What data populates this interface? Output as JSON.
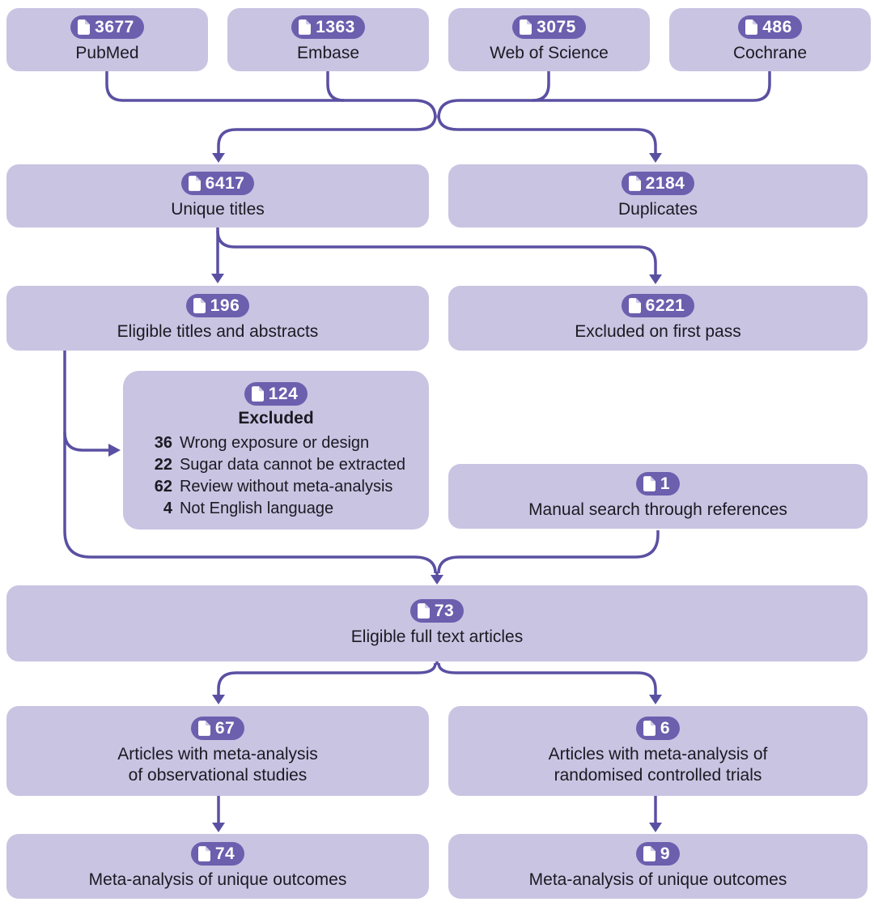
{
  "palette": {
    "box_fill": "#c9c4e2",
    "badge_fill": "#6b5fae",
    "line": "#5a50a2",
    "text": "#1b1a22",
    "badge_text": "#ffffff"
  },
  "icons": {
    "badge_icon": "document-icon"
  },
  "boxes": {
    "pubmed": {
      "count": "3677",
      "label": "PubMed"
    },
    "embase": {
      "count": "1363",
      "label": "Embase"
    },
    "web_of_science": {
      "count": "3075",
      "label": "Web of Science"
    },
    "cochrane": {
      "count": "486",
      "label": "Cochrane"
    },
    "unique_titles": {
      "count": "6417",
      "label": "Unique titles"
    },
    "duplicates": {
      "count": "2184",
      "label": "Duplicates"
    },
    "eligible_titles": {
      "count": "196",
      "label": "Eligible titles and abstracts"
    },
    "excluded_first_pass": {
      "count": "6221",
      "label": "Excluded on first pass"
    },
    "excluded": {
      "count": "124",
      "title": "Excluded",
      "reasons": [
        {
          "n": "36",
          "text": "Wrong exposure or design"
        },
        {
          "n": "22",
          "text": "Sugar data cannot be extracted"
        },
        {
          "n": "62",
          "text": "Review without meta-analysis"
        },
        {
          "n": "4",
          "text": "Not English language"
        }
      ]
    },
    "manual_search": {
      "count": "1",
      "label": "Manual search through references"
    },
    "full_text": {
      "count": "73",
      "label": "Eligible full text articles"
    },
    "meta_observational": {
      "count": "67",
      "label": "Articles with meta-analysis\nof observational studies"
    },
    "meta_rct": {
      "count": "6",
      "label": "Articles with meta-analysis of\nrandomised controlled trials"
    },
    "outcomes_observational": {
      "count": "74",
      "label": "Meta-analysis of unique outcomes"
    },
    "outcomes_rct": {
      "count": "9",
      "label": "Meta-analysis of unique outcomes"
    }
  }
}
